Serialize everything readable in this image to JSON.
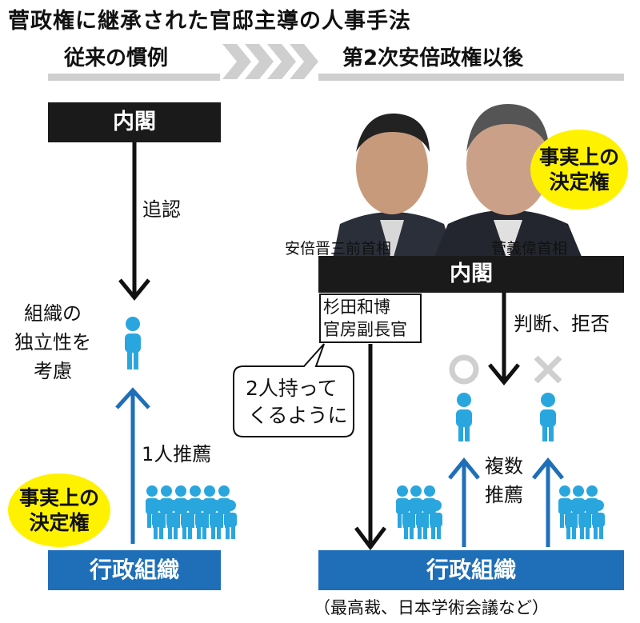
{
  "title": "菅政権に継承された官邸主導の人事手法",
  "left": {
    "heading": "従来の慣例",
    "cabinet": "内閣",
    "approve_label": "追認",
    "consider_label": [
      "組織の",
      "独立性を",
      "考慮"
    ],
    "recommend_label": "1人推薦",
    "decision_badge": [
      "事実上の",
      "決定権"
    ],
    "org": "行政組織"
  },
  "right": {
    "heading": "第2次安倍政権以後",
    "photo_caption_abe": "安倍晋三前首相",
    "photo_caption_suga": "菅義偉首相",
    "decision_badge": [
      "事実上の",
      "決定権"
    ],
    "cabinet": "内閣",
    "sugita_box": [
      "杉田和博",
      "官房副長官"
    ],
    "judge_label": "判断、拒否",
    "speech_bubble": [
      "2人持って",
      "くるように"
    ],
    "recommend_label": [
      "複数",
      "推薦"
    ],
    "org": "行政組織",
    "org_note": "（最高裁、日本学術会議など）",
    "accept_mark": "○",
    "reject_mark": "×"
  },
  "colors": {
    "black_bar": "#1a1a1a",
    "blue": "#1f6fb8",
    "person_blue": "#2aa6df",
    "yellow": "#fff200",
    "gray": "#cfcfcf"
  }
}
